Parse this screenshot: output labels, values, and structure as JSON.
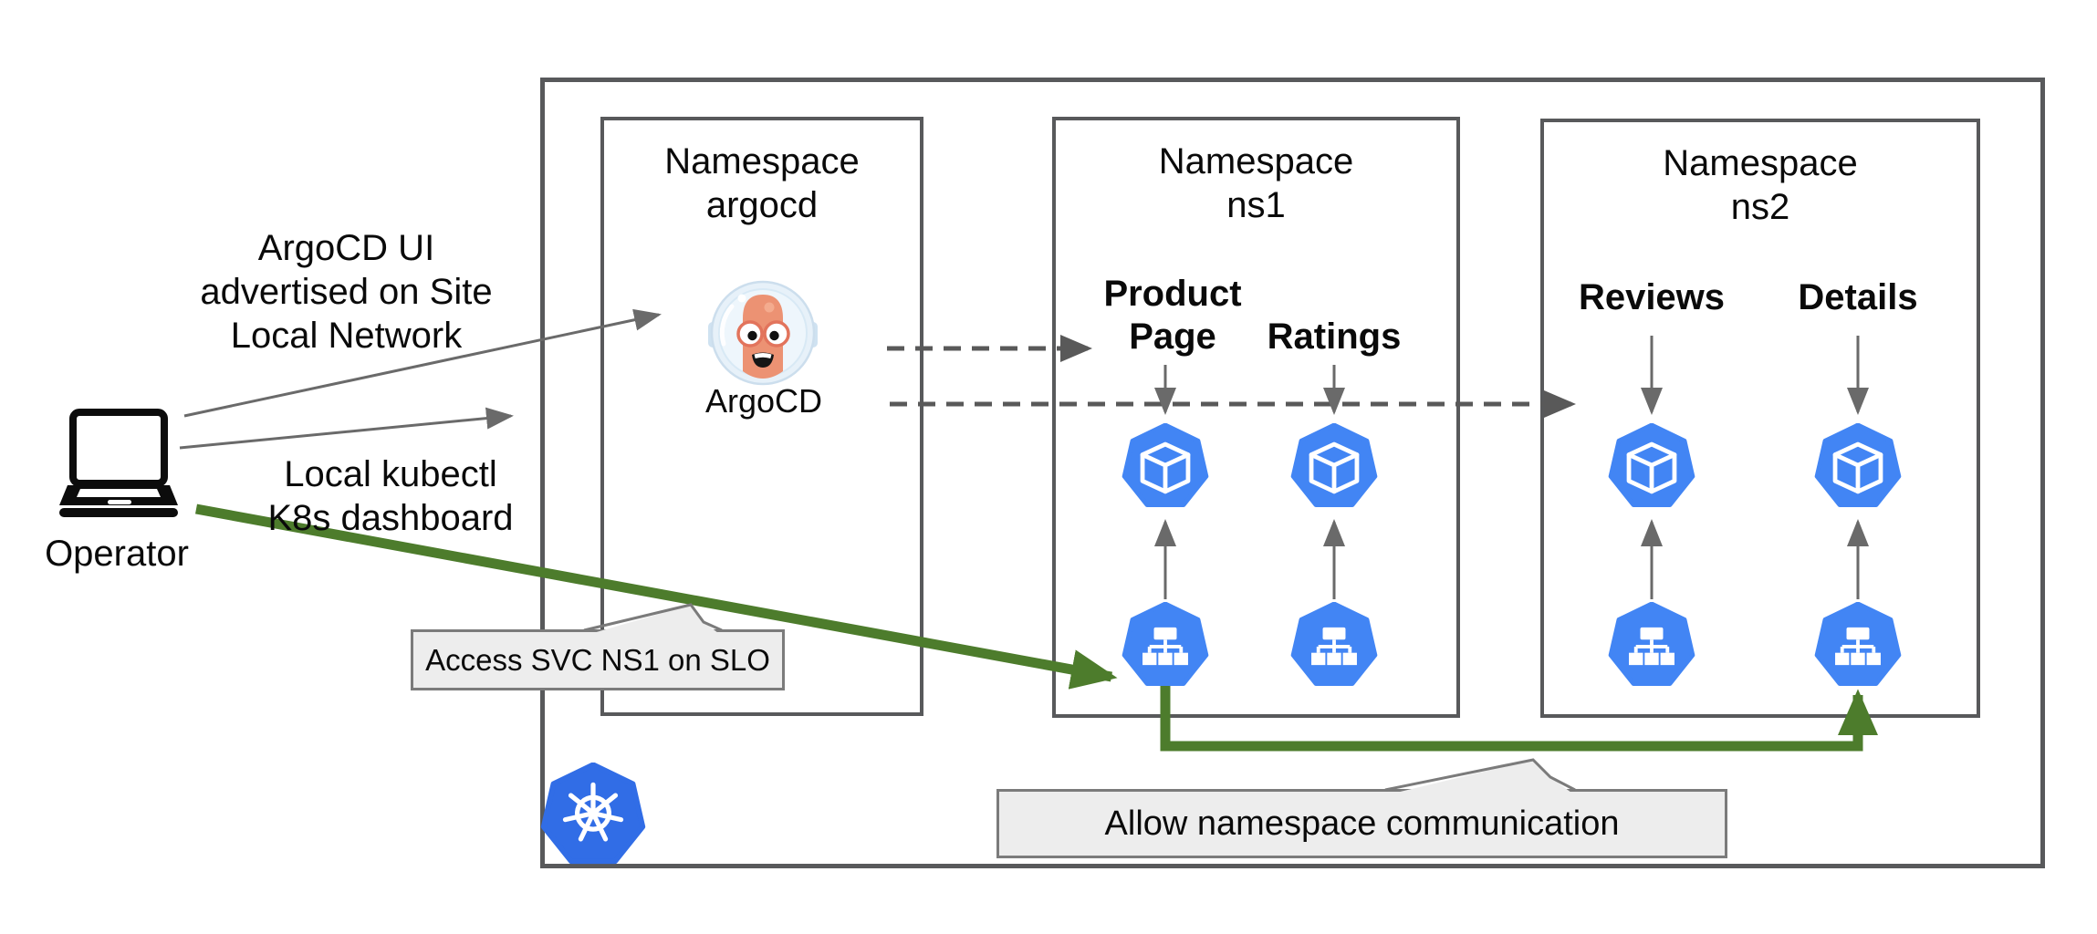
{
  "operator": {
    "label": "Operator",
    "icon": "laptop-icon"
  },
  "notes": {
    "argocd_ui": "ArgoCD UI\nadvertised on Site\nLocal Network",
    "kubectl": "Local kubectl\nK8s dashboard"
  },
  "callouts": {
    "access_svc": "Access SVC NS1 on SLO",
    "allow_ns_comm": "Allow namespace communication"
  },
  "cluster": {
    "icon": "kubernetes-logo-icon",
    "namespaces": [
      {
        "id": "argocd",
        "title": "Namespace\nargocd",
        "workloads": [
          {
            "label": "ArgoCD",
            "icon": "argocd-mascot-icon"
          }
        ]
      },
      {
        "id": "ns1",
        "title": "Namespace\nns1",
        "workloads": [
          {
            "label": "Product Page",
            "icons": [
              "pod-icon",
              "service-icon"
            ]
          },
          {
            "label": "Ratings",
            "icons": [
              "pod-icon",
              "service-icon"
            ]
          }
        ]
      },
      {
        "id": "ns2",
        "title": "Namespace\nns2",
        "workloads": [
          {
            "label": "Reviews",
            "icons": [
              "pod-icon",
              "service-icon"
            ]
          },
          {
            "label": "Details",
            "icons": [
              "pod-icon",
              "service-icon"
            ]
          }
        ]
      }
    ]
  },
  "colors": {
    "box_border": "#58595b",
    "line_gray": "#6a6a6a",
    "dash_gray": "#595959",
    "green": "#4d7c2c",
    "k8s_blue": "#4285f4",
    "logo_blue": "#316de6",
    "callout_bg": "#ededed",
    "mascot_orange": "#ec9273"
  }
}
